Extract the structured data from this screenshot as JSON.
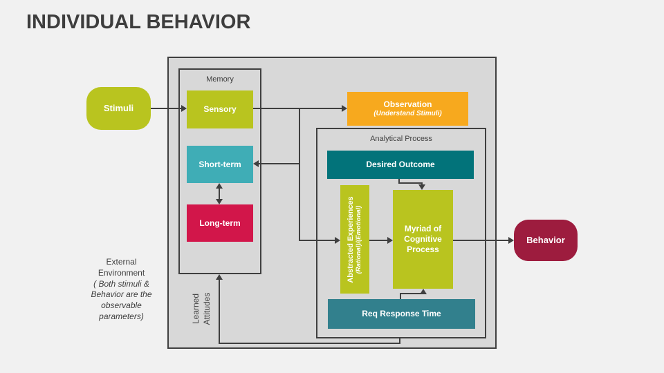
{
  "slide": {
    "title": "INDIVIDUAL BEHAVIOR"
  },
  "colors": {
    "background": "#f1f1f1",
    "panel": "#d8d8d8",
    "line": "#3f3f3f",
    "green": "#b9c41f",
    "teal": "#3fadb6",
    "crimson": "#d2164a",
    "orange": "#f7a91e",
    "dark_teal": "#02737a",
    "steel_teal": "#32808d",
    "maroon": "#9d1c3e"
  },
  "nodes": {
    "stimuli": "Stimuli",
    "behavior": "Behavior",
    "sensory": "Sensory",
    "short_term": "Short-term",
    "long_term": "Long-term",
    "observation_title": "Observation",
    "observation_subtitle": "(Understand Stimuli)",
    "desired_outcome": "Desired Outcome",
    "abstracted_title": "Abstracted Experiences",
    "abstracted_subtitle": "(Rational)/(Emotional)",
    "myriad": "Myriad of Cognitive Process",
    "req_response": "Req Response Time"
  },
  "labels": {
    "memory": "Memory",
    "analytical": "Analytical Process",
    "learned_attitudes_line1": "Learned",
    "learned_attitudes_line2": "Attitudes",
    "external_env_title": "External Environment",
    "external_env_note": "( Both stimuli & Behavior are the observable parameters)"
  }
}
